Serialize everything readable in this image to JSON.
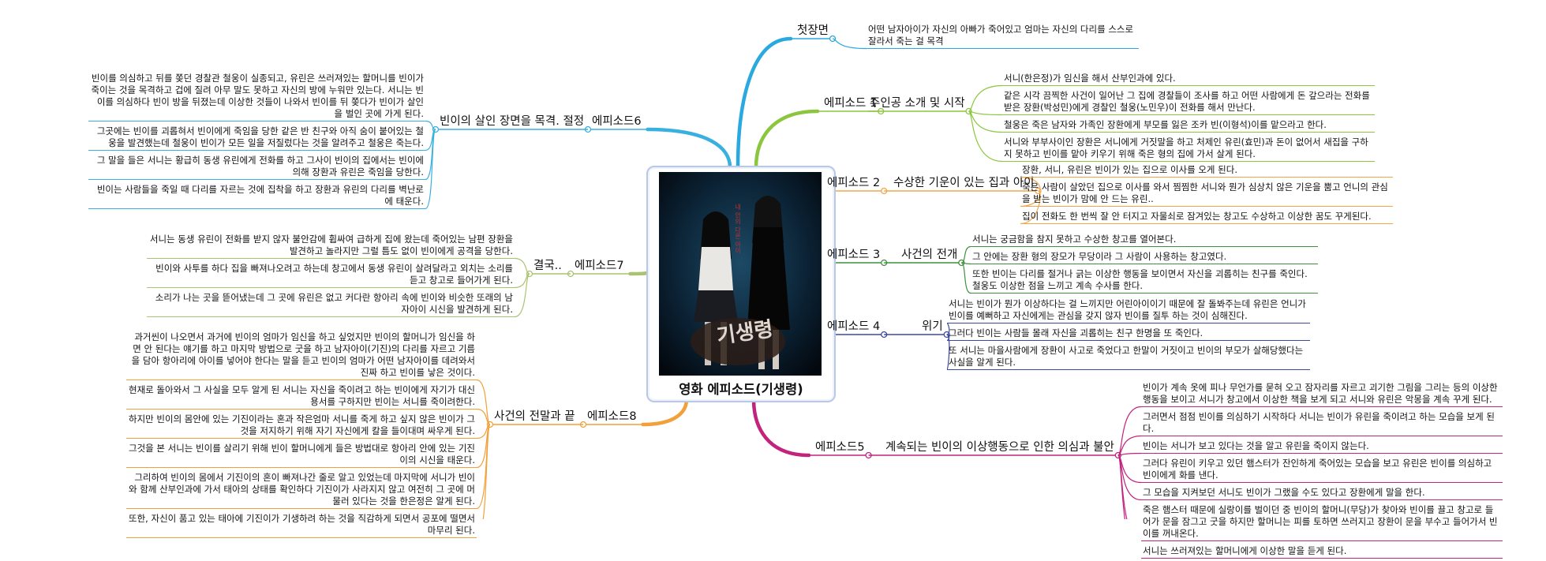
{
  "center": {
    "title": "영화 에피소드(기생령)",
    "poster_logo": "기생령",
    "poster_tagline": "내 안의 다른 아이"
  },
  "branches": {
    "first": {
      "color": "#2aa8e0",
      "label": "첫장면",
      "details": [
        "어떤 남자아이가 자신의 아빠가 죽어있고     엄마는 자신의 다리를 스스로 잘라서 죽는 걸 목격"
      ]
    },
    "ep1": {
      "color": "#8cc63f",
      "label": "에피소드 1",
      "sub": "주인공 소개 및 시작",
      "details": [
        "서니(한은정)가 임신을 해서 산부인과에 있다.",
        "같은 시각 끔찍한 사건이 일어난 그 집에 경찰들이 조사를 하고 어떤 사람에게 돈 갚으라는 전화를 받은 장환(박성민)에게 경찰인 철웅(노민우)이 전화를 해서 만난다.",
        "철웅은 죽은 남자와 가족인 장환에게 부모를 잃은 조카 빈(이형석)이를 맡으라고 한다.",
        "서니와 부부사이인 장환은 서니에게 거짓말을 하고 처제인 유린(효민)과 돈이 없어서 새집을 구하지 못하고 빈이를 맡아 키우기 위해 죽은 형의 집에 가서 살게 된다."
      ]
    },
    "ep2": {
      "color": "#f2a54a",
      "label": "에피소드 2",
      "sub": "수상한 기운이 있는 집과 아이",
      "details": [
        "장환, 서니, 유린은 빈이가 있는 집으로 이사를 오게 된다.",
        "죽은 사람이 살았던 집으로 이사를 와서 찜찜한 서니와 뭔가 심상치 않은 기운을 뿜고 언니의 관심을 받는 빈이가 맘에 안 드는 유린..",
        "집이 전화도 한 번씩 잘 안 터지고 자물쇠로 잠겨있는 창고도 수상하고 이상한 꿈도 꾸게된다."
      ]
    },
    "ep3": {
      "color": "#3f8f3f",
      "label": "에피소드 3",
      "sub": "사건의 전개",
      "details": [
        "서니는 궁금함을 참지 못하고 수상한 창고를 열어본다.",
        "그 안에는 장환 형의 장모가 무당이라 그 사람이 사용하는 창고였다.",
        "또한 빈이는 다리를 절거나 긁는 이상한 행동을 보이면서 자신을 괴롭히는 친구를 죽인다. 철웅도 이상한 점을 느끼고 계속 수사를 한다."
      ]
    },
    "ep4": {
      "color": "#3b4a9e",
      "label": "에피소드 4",
      "sub": "위기",
      "details": [
        "서니는 빈이가 뭔가 이상하다는 걸 느끼지만 어린아이이기 때문에 잘 돌봐주는데 유린은 언니가 빈이를 예뻐하고 자신에게는 관심을 갖지 않자 빈이를 질투 하는 것이 심해진다.",
        "그러다 빈이는 사람들 몰래 자신을 괴롭히는 친구 한명을 또 죽인다.",
        "또 서니는 마을사람에게 장환이 사고로 죽었다고 한말이 거짓이고 빈이의 부모가 살해당했다는 사실을 알게 된다."
      ]
    },
    "ep5": {
      "color": "#c2237c",
      "label": "에피소드5",
      "sub": "계속되는 빈이의 이상행동으로 인한 의심과 불안",
      "details": [
        "빈이가 계속 옷에 피나 무언가를 묻혀 오고 잠자리를 자르고 괴기한 그림을 그리는 등의 이상한 행동을 보이고 서니가 창고에서 이상한 책을 보게 되고 서니와 유린은 악몽을 계속 꾸게 된다.",
        "그러면서 점점 빈이를 의심하기 시작하다 서니는 빈이가 유린을 죽이려고 하는 모습을 보게 된다.",
        "빈이는 서니가 보고 있다는 것을 알고 유린을 죽이지 않는다.",
        "그러다 유린이 키우고 있던 햄스터가 잔인하게 죽어있는 모습을 보고 유린은 빈이를 의심하고 빈이에게 화를 낸다.",
        "그 모습을 지켜보던 서니도 빈이가 그랬을 수도 있다고 장환에게 말을 한다.",
        "죽은 햄스터 때문에 실랑이를 벌이던 중 빈이의 할머니(무당)가 찾아와 빈이를 끌고 창고로 들어가 문을 잠그고 굿을 하지만 할머니는 피를 토하면 쓰러지고 장환이 문을 부수고 들어가서 빈이를 꺼내온다.",
        "서니는 쓰러져있는 할머니에게 이상한 말을 듣게 된다."
      ]
    },
    "ep6": {
      "color": "#3ab0e0",
      "label": "에피소드6",
      "sub": "빈이의 살인 장면을 목격. 절정",
      "details": [
        "빈이를 의심하고 뒤를 쫒던 경찰관 철웅이 실종되고, 유린은 쓰러져있는 할머니를 빈이가 죽이는 것을 목격하고 겁에 질려 아무 말도 못하고 자신의 방에 누워만 있는다. 서니는 빈이를 의심하다 빈이 방을 뒤졌는데 이상한 것들이 나와서 빈이를 뒤 쫒다가 빈이가 살인을 벌인 곳에 가게 된다.",
        "그곳에는 빈이를 괴롭혀서 빈이에게 죽임을 당한 같은 반 친구와 아직 숨이 붙어있는 철웅을 발견했는데 철웅이 빈이가 모든 일을 저질렀다는 것을 알려주고 철웅은 죽는다.",
        "그 말을 들은 서니는 황급히 동생 유린에게 전화를 하고 그사이 빈이의 집에서는 빈이에 의해 장환과 유린은 죽임을 당한다.",
        "빈이는 사람들을 죽일 때 다리를 자르는 것에 집착을 하고 장환과 유린의 다리를 벽난로에 태운다."
      ]
    },
    "ep7": {
      "color": "#a9c46f",
      "label": "에피소드7",
      "sub": "결국..",
      "details": [
        "서니는 동생 유린이 전화를 받지 않자 불안감에 휩싸여 급하게 집에 왔는데 죽어있는 남편 장환을 발견하고 놀라지만 그럴 틈도 없이 빈이에게 공격을 당한다.",
        "빈이와 사투를 하다 집을 빠져나오려고 하는데 창고에서 동생 유린이 살려달라고 외치는 소리를 듣고 창고로 들어가게 된다.",
        "소리가 나는 곳을 뜯어냈는데 그 곳에 유린은 없고 커다란 항아리 속에 빈이와 비슷한 또래의 남자아이 시신을 발견하게 된다."
      ]
    },
    "ep8": {
      "color": "#f2a03a",
      "label": "에피소드8",
      "sub": "사건의 전말과 끝",
      "details": [
        "과거씬이 나오면서 과거에 빈이의 엄마가 임신을 하고 싶었지만 빈이의 할머니가 임신을 하면 안 된다는 얘기를 하고 마지막 방법으로 굿을 하고 남자아이(기진)의 다리를 자르고 기름을 담아 항아리에 아이를 넣어야 한다는 말을 듣고 빈이의 엄마가 어떤 남자아이를 데려와서 진짜 하고 빈이를 낳은 것이다.",
        "현재로 돌아와서 그 사실을 모두 알게 된 서니는 자신을 죽이려고 하는 빈이에게 자기가 대신 용서를 구하지만 빈이는 서니를 죽이려한다.",
        "하지만 빈이의 몸안에 있는 기진이라는 혼과 작은엄마 서니를 죽게 하고 싶지 않은 빈이가 그것을 저지하기 위해 자기 자신에게 칼을 들이대며 싸우게 된다.",
        "그것을 본 서니는 빈이를 살리기 위해 빈이 할머니에게 들은 방법대로 항아리 안에 있는 기진이의 시신을 태운다.",
        "그리하여 빈이의 몸에서 기진이의 혼이 빠져나간 줄로 알고 있었는데 마지막에 서니가 빈이와 함께 산부인과에 가서 태아의 상태를 확인하다 기진이가 사라지지 않고 여전히 그 곳에 머물러 있다는 것을 한은정은 알게 된다.",
        "또한, 자신이 품고 있는 태아에 기진이가 기생하려 하는 것을 직감하게 되면서 공포에 떨면서 마무리 된다."
      ]
    }
  }
}
